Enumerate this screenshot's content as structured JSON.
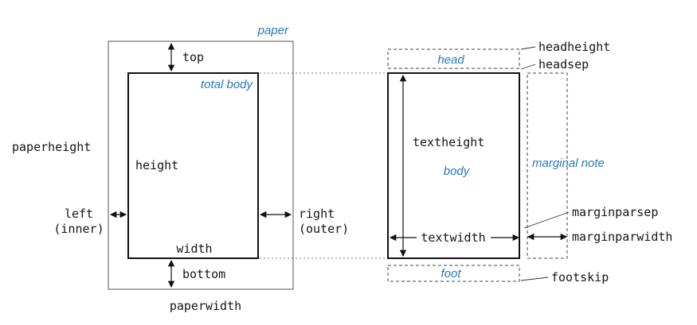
{
  "colors": {
    "accent_blue": "#2878BE",
    "line": "#111111",
    "text": "#151515"
  },
  "left_diagram": {
    "paper": "paper",
    "total_body": "total body",
    "top": "top",
    "bottom": "bottom",
    "left1": "left",
    "left2": "(inner)",
    "right1": "right",
    "right2": "(outer)",
    "height": "height",
    "width": "width",
    "paperheight": "paperheight",
    "paperwidth": "paperwidth"
  },
  "right_diagram": {
    "head": "head",
    "body": "body",
    "foot": "foot",
    "marginal_note": "marginal note",
    "textheight": "textheight",
    "textwidth": "textwidth",
    "headheight": "headheight",
    "headsep": "headsep",
    "footskip": "footskip",
    "marginparsep": "marginparsep",
    "marginparwidth": "marginparwidth"
  }
}
